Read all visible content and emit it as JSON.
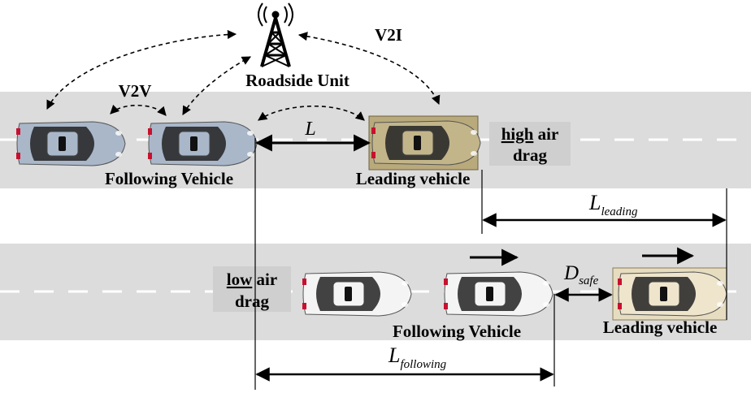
{
  "labels": {
    "v2i": "V2I",
    "v2v": "V2V",
    "roadside_unit": "Roadside Unit",
    "following_vehicle_top": "Following Vehicle",
    "leading_vehicle_top": "Leading vehicle",
    "following_vehicle_bottom": "Following Vehicle",
    "leading_vehicle_bottom": "Leading vehicle"
  },
  "air_drag": {
    "high": {
      "emph": "high",
      "line1_rest": " air",
      "line2": "drag"
    },
    "low": {
      "emph": "low",
      "line1_rest": " air",
      "line2": "drag"
    }
  },
  "distances": {
    "L": "L",
    "L_leading": {
      "main": "L",
      "sub": "leading"
    },
    "L_following": {
      "main": "L",
      "sub": "following"
    },
    "D_safe": {
      "main": "D",
      "sub": "safe"
    }
  },
  "colors": {
    "road": "#dcdcdc",
    "lane_marking": "#ffffff",
    "drag_box": "#cfcfcf",
    "leading_truck_top": "#b9aa7c",
    "leading_truck_bottom": "#e6dcc0",
    "following_car_top": "#a9b7c9",
    "following_car_bottom": "#f4f4f4"
  }
}
